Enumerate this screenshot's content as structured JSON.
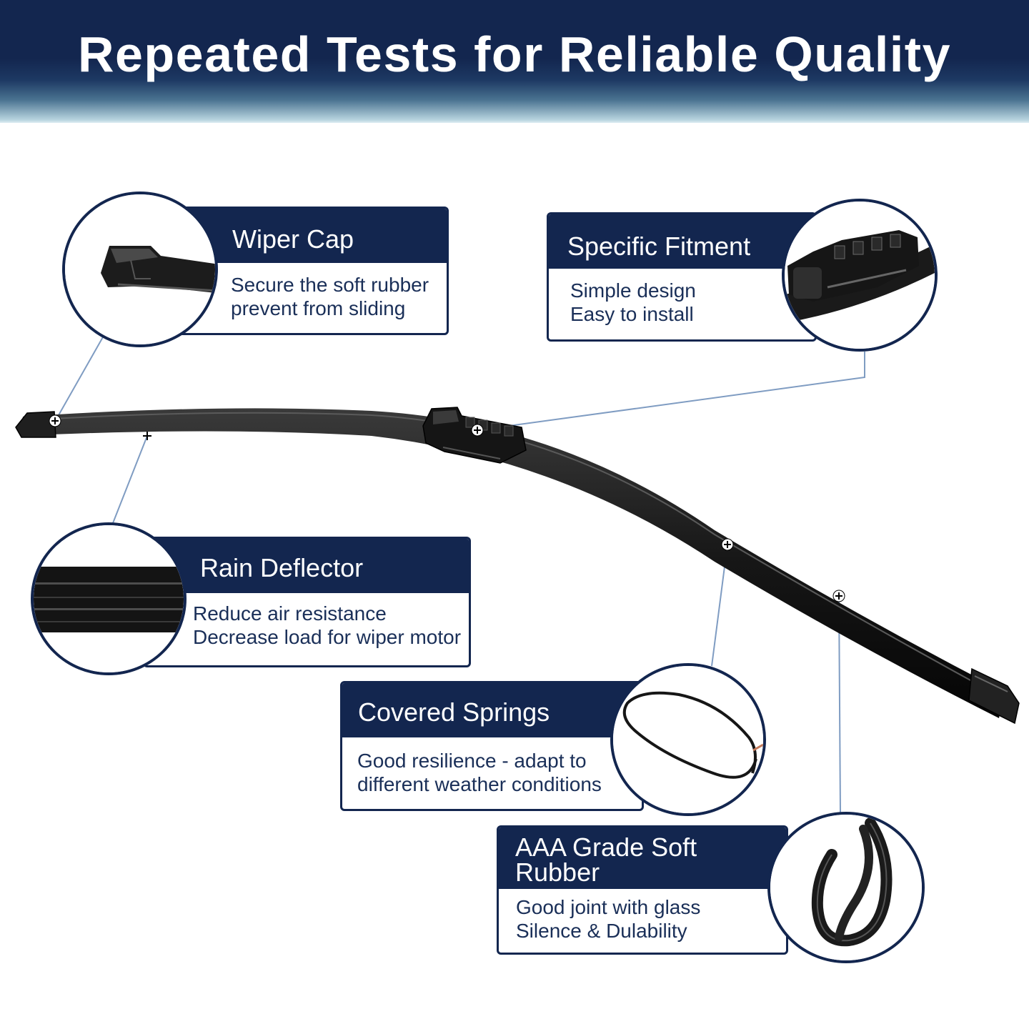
{
  "banner": {
    "title": "Repeated Tests for Reliable Quality"
  },
  "features": {
    "wiper_cap": {
      "title": "Wiper Cap",
      "lines": [
        "Secure the soft rubber",
        "prevent from sliding"
      ]
    },
    "specific_fitment": {
      "title": "Specific Fitment",
      "lines": [
        "Simple design",
        "Easy to install"
      ]
    },
    "rain_deflector": {
      "title": "Rain Deflector",
      "lines": [
        "Reduce air resistance",
        "Decrease load for wiper motor"
      ]
    },
    "covered_springs": {
      "title": "Covered Springs",
      "lines": [
        "Good resilience - adapt to",
        "different weather conditions"
      ]
    },
    "rubber": {
      "title": "AAA Grade Soft Rubber",
      "lines": [
        "Good joint with glass",
        "Silence & Dulability"
      ]
    }
  },
  "colors": {
    "navy": "#13264f",
    "connector": "#7f9cc2",
    "blade": "#1a1a1a"
  }
}
